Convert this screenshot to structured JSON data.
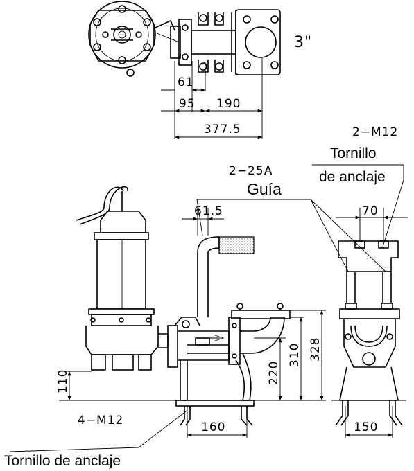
{
  "top_view": {
    "size_label": "3\"",
    "dim_61": "61",
    "dim_95": "95",
    "dim_190": "190",
    "dim_377_5": "377.5"
  },
  "front_view": {
    "dim_61_5": "61.5",
    "dim_110": "110",
    "dim_220": "220",
    "dim_310": "310",
    "dim_328": "328",
    "dim_160": "160",
    "bolt_4_m12": "4−M12",
    "guide_spec": "2−25A",
    "guide_label": "Guía",
    "anchor_label_bottom": "Tornillo de anclaje"
  },
  "side_view": {
    "bolt_2_m12": "2−M12",
    "anchor_label_line1": "Tornillo",
    "anchor_label_line2": "de anclaje",
    "dim_70": "70",
    "dim_150": "150"
  }
}
